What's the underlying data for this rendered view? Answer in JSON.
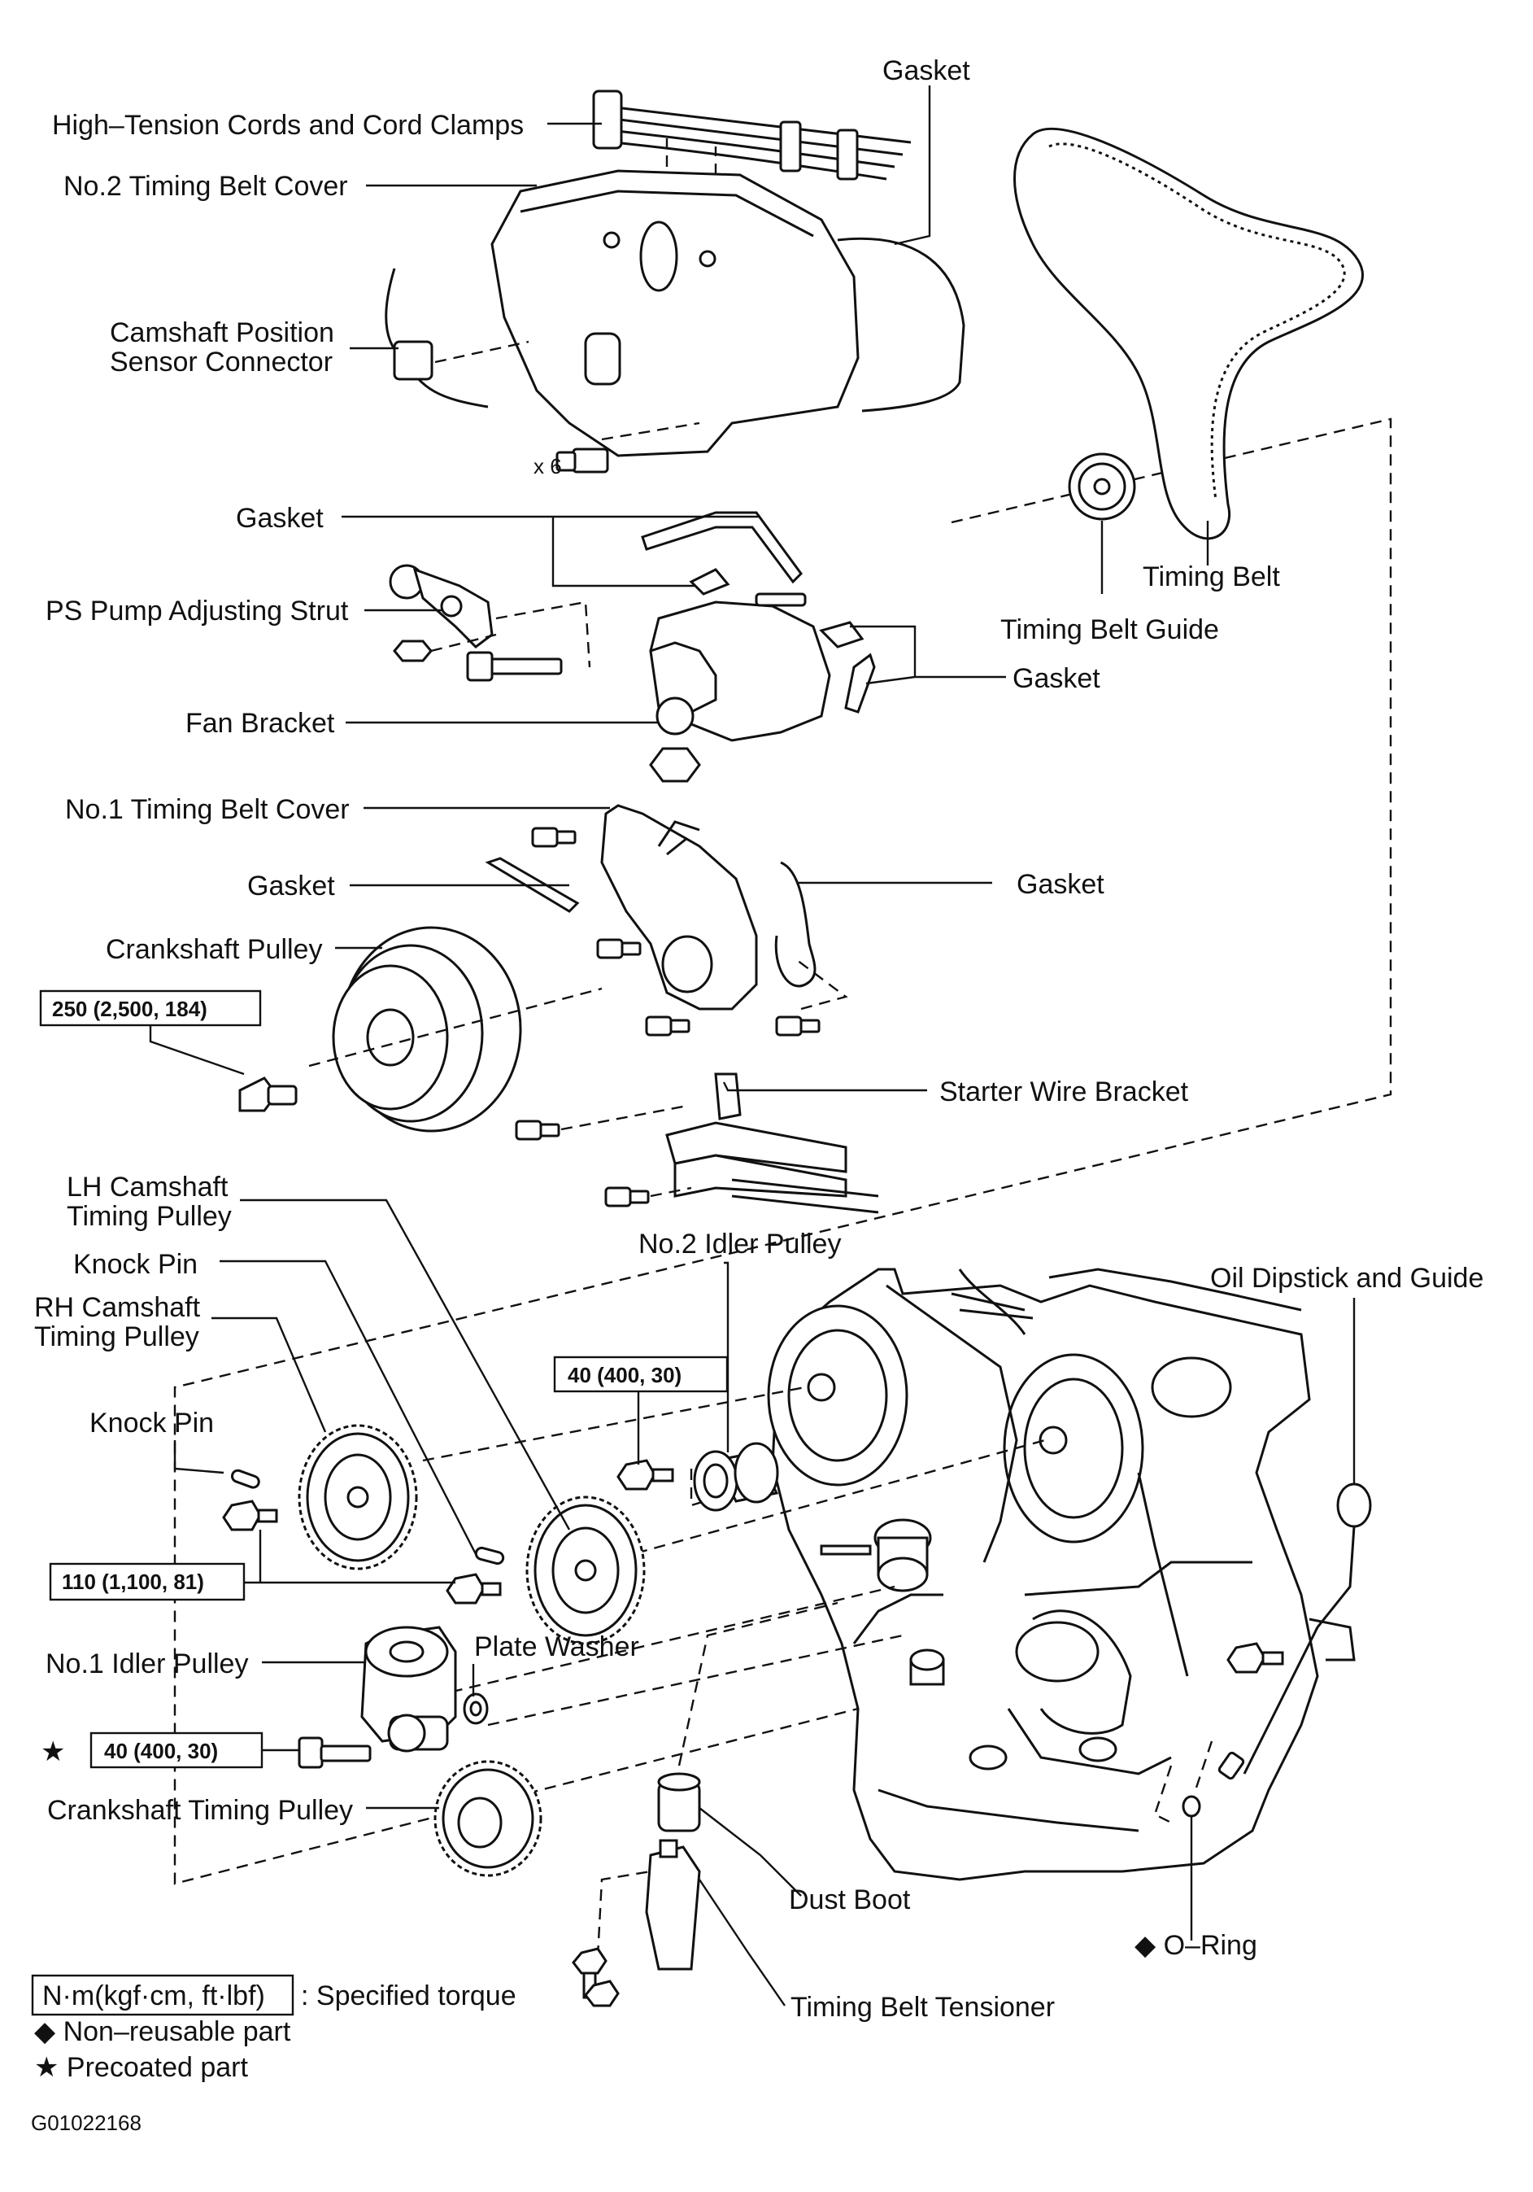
{
  "labels": {
    "gasket_top": "Gasket",
    "high_tension": "High–Tension Cords and Cord Clamps",
    "no2_cover": "No.2 Timing Belt Cover",
    "cam_sensor_1": "Camshaft Position",
    "cam_sensor_2": "Sensor Connector",
    "x6": "x 6",
    "gasket_2": "Gasket",
    "ps_strut": "PS Pump Adjusting Strut",
    "timing_belt": "Timing Belt",
    "belt_guide": "Timing Belt Guide",
    "gasket_3": "Gasket",
    "fan_bracket": "Fan Bracket",
    "no1_cover": "No.1 Timing Belt Cover",
    "gasket_4": "Gasket",
    "gasket_5": "Gasket",
    "crank_pulley": "Crankshaft Pulley",
    "starter_bracket": "Starter Wire Bracket",
    "lh_cam_1": "LH Camshaft",
    "lh_cam_2": "Timing Pulley",
    "knock_pin_1": "Knock Pin",
    "no2_idler": "No.2 Idler Pulley",
    "oil_dipstick": "Oil Dipstick and Guide",
    "rh_cam_1": "RH Camshaft",
    "rh_cam_2": "Timing Pulley",
    "knock_pin_2": "Knock Pin",
    "plate_washer": "Plate Washer",
    "no1_idler": "No.1 Idler Pulley",
    "crank_timing": "Crankshaft Timing Pulley",
    "dust_boot": "Dust Boot",
    "o_ring": "◆ O–Ring",
    "tensioner": "Timing Belt Tensioner"
  },
  "torques": {
    "crank_bolt": "250 (2,500, 184)",
    "idler2_bolt": "40 (400, 30)",
    "cam_bolt": "110 (1,100, 81)",
    "idler1_bolt": "40 (400, 30)"
  },
  "star_mark": "★",
  "legend": {
    "unit_box": "N·m(kgf·cm, ft·lbf)",
    "unit_desc": ": Specified torque",
    "non_reusable": "◆ Non–reusable part",
    "precoated": "★ Precoated part"
  },
  "figure_code": "G01022168"
}
